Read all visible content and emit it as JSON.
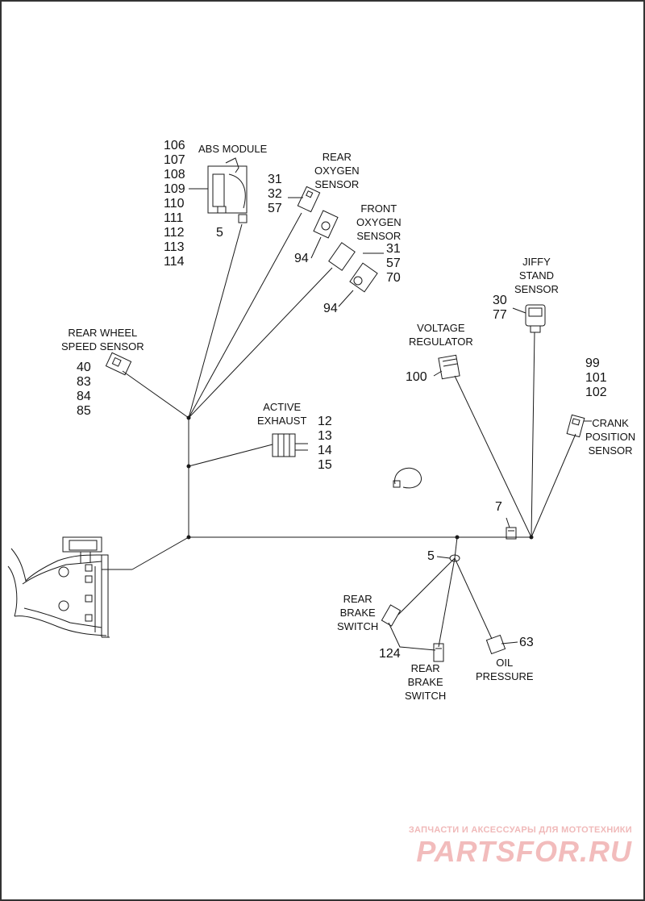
{
  "labels": {
    "abs_module": "ABS MODULE",
    "rear_oxygen": [
      "REAR",
      "OXYGEN",
      "SENSOR"
    ],
    "front_oxygen": [
      "FRONT",
      "OXYGEN",
      "SENSOR"
    ],
    "jiffy_stand": [
      "JIFFY",
      "STAND",
      "SENSOR"
    ],
    "voltage_regulator": [
      "VOLTAGE",
      "REGULATOR"
    ],
    "rear_wheel_speed": [
      "REAR WHEEL",
      "SPEED SENSOR"
    ],
    "active_exhaust": [
      "ACTIVE",
      "EXHAUST"
    ],
    "crank_position": [
      "CRANK",
      "POSITION",
      "SENSOR"
    ],
    "rear_brake_switch_1": [
      "REAR",
      "BRAKE",
      "SWITCH"
    ],
    "rear_brake_switch_2": [
      "REAR",
      "BRAKE",
      "SWITCH"
    ],
    "oil_pressure": [
      "OIL",
      "PRESSURE"
    ]
  },
  "callouts": {
    "abs_module_parts": [
      "106",
      "107",
      "108",
      "109",
      "110",
      "111",
      "112",
      "113",
      "114"
    ],
    "abs_clip": "5",
    "rear_oxygen_parts": [
      "31",
      "32",
      "57"
    ],
    "rear_oxygen_cap": "94",
    "front_oxygen_parts": [
      "31",
      "57",
      "70"
    ],
    "front_oxygen_cap": "94",
    "jiffy_stand_parts": [
      "30",
      "77"
    ],
    "voltage_regulator_part": "100",
    "rear_wheel_speed_parts": [
      "40",
      "83",
      "84",
      "85"
    ],
    "active_exhaust_parts": [
      "12",
      "13",
      "14",
      "15"
    ],
    "crank_position_parts": [
      "99",
      "101",
      "102"
    ],
    "connector_7": "7",
    "clip_5": "5",
    "rear_brake_part": "124",
    "oil_pressure_part": "63"
  },
  "watermark": {
    "tagline": "ЗАПЧАСТИ И АКСЕССУАРЫ ДЛЯ МОТОТЕХНИКИ",
    "logo": "PARTSFOR.RU"
  },
  "colors": {
    "line": "#1a1a1a",
    "watermark": "#f2bcbc"
  }
}
